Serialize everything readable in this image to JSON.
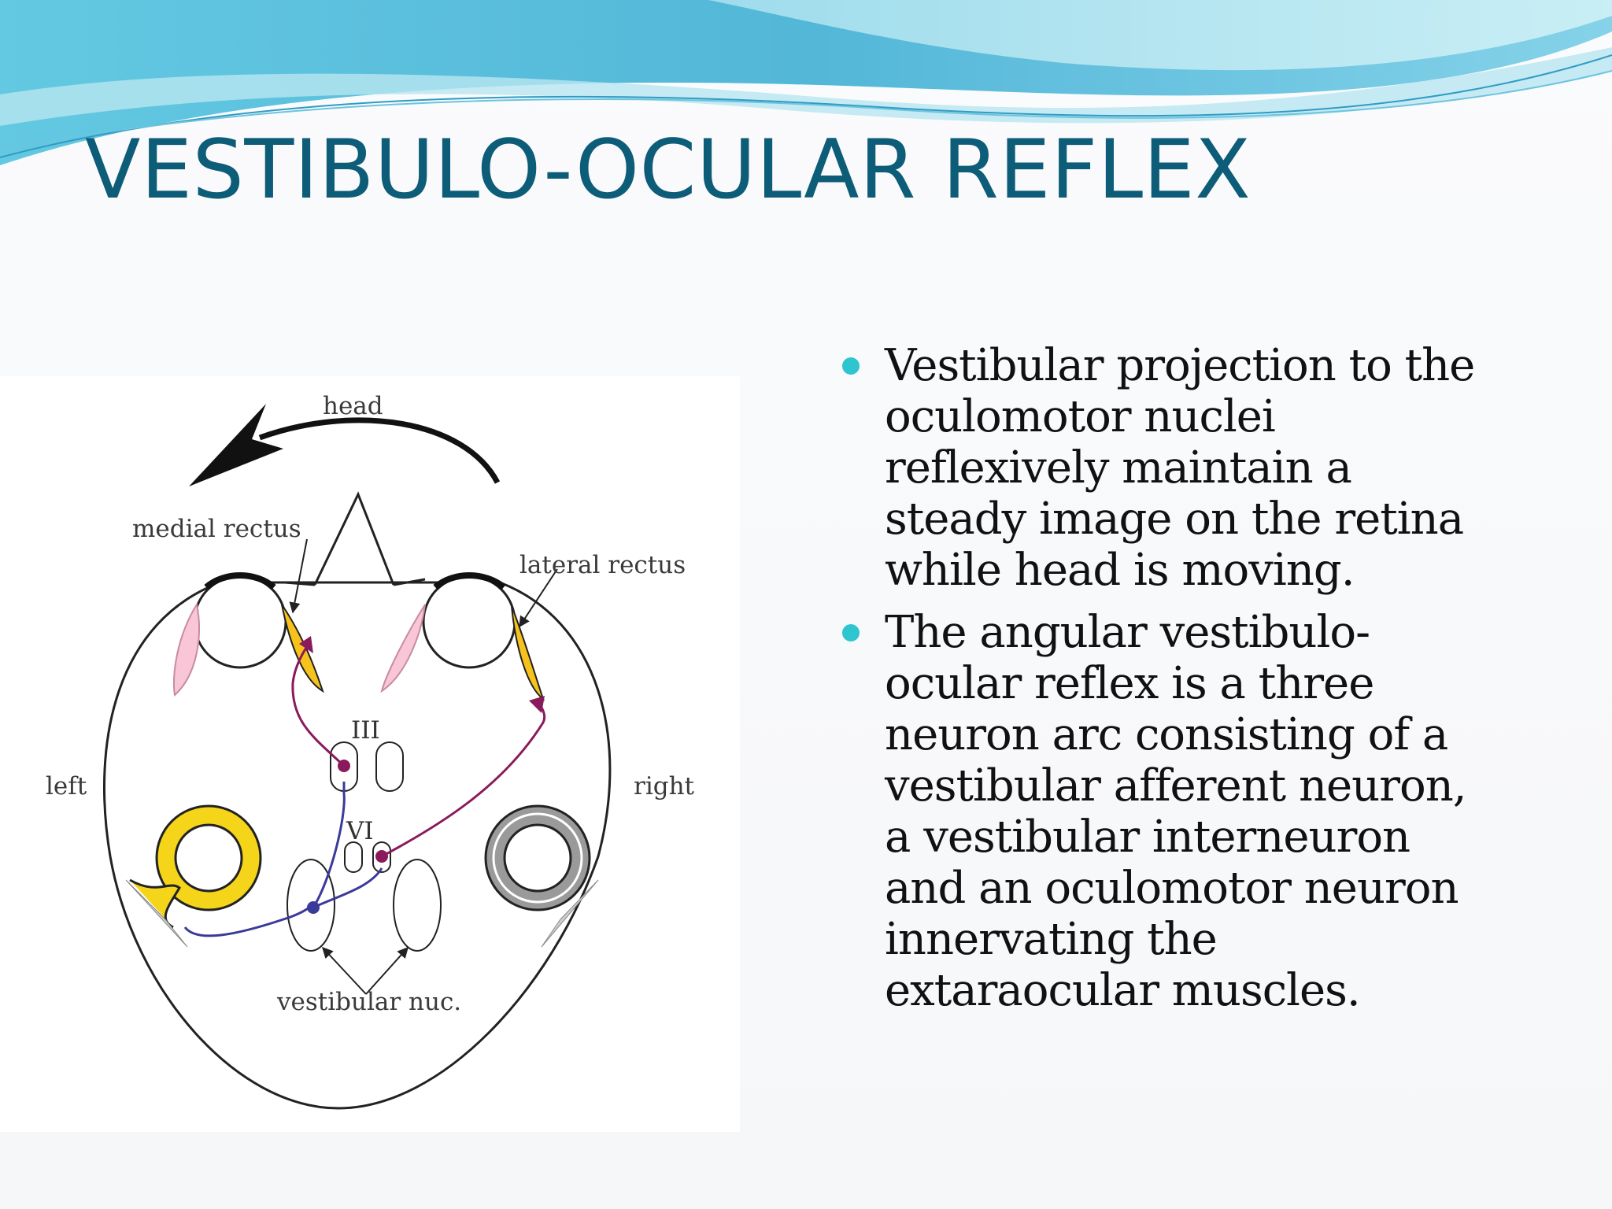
{
  "slide": {
    "title": "VESTIBULO-OCULAR REFLEX"
  },
  "diagram": {
    "labels": {
      "head": "head",
      "medial_rectus": "medial rectus",
      "lateral_rectus": "lateral rectus",
      "left": "left",
      "right": "right",
      "nucleus_iii": "III",
      "nucleus_vi": "VI",
      "vestibular_nuc": "vestibular nuc."
    },
    "colors": {
      "motor_pathway": "#8a1a5c",
      "vestibular_pathway": "#3a3a9a",
      "canal_active": "#f4d51a",
      "muscle_active": "#f6c21b",
      "muscle_relaxed": "#f8c6d6"
    }
  },
  "bullets": [
    {
      "text": "Vestibular projection to the\noculomotor nuclei\nreflexively maintain a\nsteady image on the retina\nwhile head is moving."
    },
    {
      "text": "The angular vestibulo-\nocular reflex is a three\nneuron arc  consisting of a\nvestibular afferent neuron,\na vestibular interneuron\nand an oculomotor neuron\ninnervating the\nextaraocular muscles."
    }
  ],
  "theme": {
    "title_color": "#0d5c78",
    "bullet_color": "#2ec5cf",
    "wave_colors": [
      "#7fcfe6",
      "#3bb8d8",
      "#b8e6f0"
    ]
  }
}
